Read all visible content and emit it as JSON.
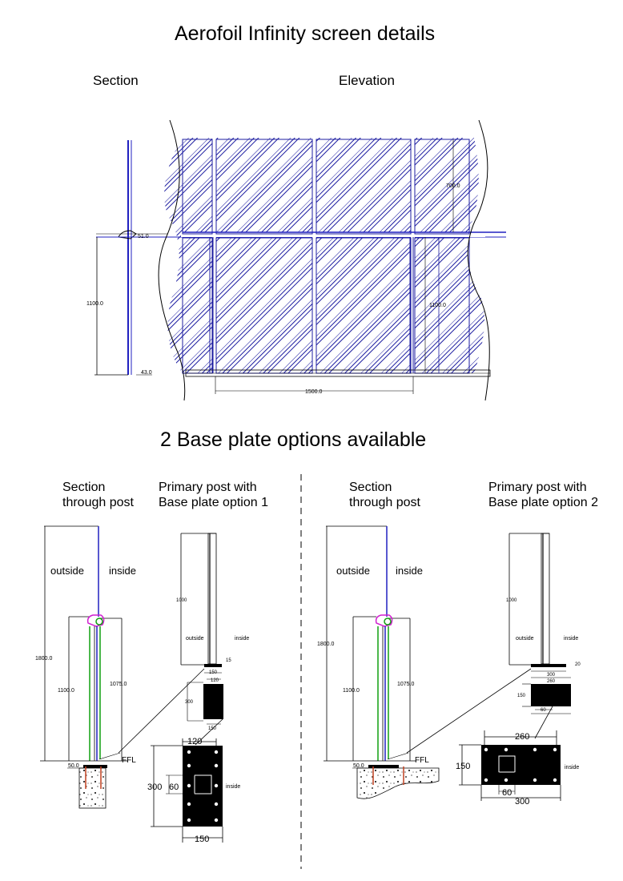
{
  "title": "Aerofoil Infinity screen details",
  "top": {
    "section_label": "Section",
    "elevation_label": "Elevation",
    "dims": {
      "d51": "51.0",
      "d1100_left": "1100.0",
      "d43": "43.0",
      "d700": "700.0",
      "d1100_right": "1100.0",
      "d1500": "1500.0"
    }
  },
  "subtitle": "2 Base plate options available",
  "option1": {
    "section_heading": [
      "Section",
      "through post"
    ],
    "post_heading": [
      "Primary post with",
      "Base plate option 1"
    ],
    "outside": "outside",
    "inside": "inside",
    "d1800": "1800.0",
    "d1100": "1100.0",
    "d1075": "1075.0",
    "d50": "50.0",
    "ffl": "FFL",
    "post_1000": "1000",
    "post_outside": "outside",
    "post_inside": "inside",
    "small_15": "15",
    "small_150": "150",
    "small_120": "120",
    "small_300": "300",
    "small_150b": "150",
    "plate_120": "120",
    "plate_300": "300",
    "plate_60": "60",
    "plate_150": "150",
    "plate_inside": "inside"
  },
  "option2": {
    "section_heading": [
      "Section",
      "through post"
    ],
    "post_heading": [
      "Primary post with",
      "Base plate option 2"
    ],
    "outside": "outside",
    "inside": "inside",
    "d1800": "1800.0",
    "d1100": "1100.0",
    "d1075": "1075.0",
    "d50": "50.0",
    "ffl": "FFL",
    "post_1000": "1000",
    "post_outside": "outside",
    "post_inside": "inside",
    "small_20": "20",
    "small_300": "300",
    "small_260": "260",
    "small_150": "150",
    "small_60": "60",
    "plate_260": "260",
    "plate_150": "150",
    "plate_60": "60",
    "plate_300": "300",
    "plate_inside": "inside"
  },
  "colors": {
    "glass_blue": "#1c1ca0",
    "post_blue": "#2020c0",
    "green": "#10a010",
    "magenta": "#d020d0",
    "red_bolt": "#c04020"
  }
}
